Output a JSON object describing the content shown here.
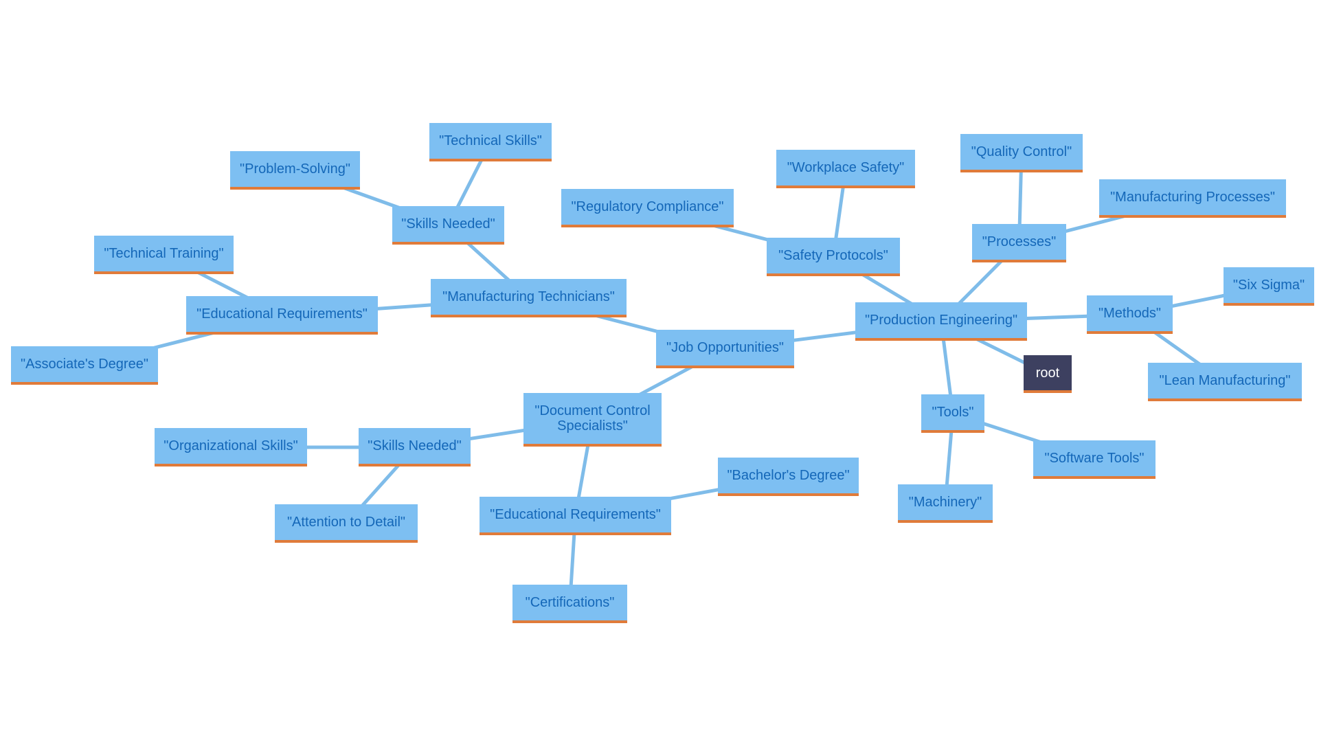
{
  "diagram": {
    "nodes": {
      "root": "root",
      "production_engineering": "\"Production Engineering\"",
      "processes": "\"Processes\"",
      "quality_control": "\"Quality Control\"",
      "manufacturing_processes": "\"Manufacturing Processes\"",
      "methods": "\"Methods\"",
      "six_sigma": "\"Six Sigma\"",
      "lean_manufacturing": "\"Lean Manufacturing\"",
      "tools": "\"Tools\"",
      "software_tools": "\"Software Tools\"",
      "machinery": "\"Machinery\"",
      "safety_protocols": "\"Safety Protocols\"",
      "workplace_safety": "\"Workplace Safety\"",
      "regulatory_compliance": "\"Regulatory Compliance\"",
      "job_opportunities": "\"Job Opportunities\"",
      "manufacturing_technicians": "\"Manufacturing Technicians\"",
      "mt_skills_needed": "\"Skills Needed\"",
      "technical_skills": "\"Technical Skills\"",
      "problem_solving": "\"Problem-Solving\"",
      "mt_educational_requirements": "\"Educational Requirements\"",
      "technical_training": "\"Technical Training\"",
      "associates_degree": "\"Associate's Degree\"",
      "document_control_specialists": "\"Document Control\nSpecialists\"",
      "dcs_skills_needed": "\"Skills Needed\"",
      "organizational_skills": "\"Organizational Skills\"",
      "attention_to_detail": "\"Attention to Detail\"",
      "dcs_educational_requirements": "\"Educational Requirements\"",
      "bachelors_degree": "\"Bachelor's Degree\"",
      "certifications": "\"Certifications\""
    },
    "edges": [
      [
        "production_engineering",
        "root"
      ],
      [
        "production_engineering",
        "processes"
      ],
      [
        "processes",
        "quality_control"
      ],
      [
        "processes",
        "manufacturing_processes"
      ],
      [
        "production_engineering",
        "methods"
      ],
      [
        "methods",
        "six_sigma"
      ],
      [
        "methods",
        "lean_manufacturing"
      ],
      [
        "production_engineering",
        "tools"
      ],
      [
        "tools",
        "software_tools"
      ],
      [
        "tools",
        "machinery"
      ],
      [
        "production_engineering",
        "safety_protocols"
      ],
      [
        "safety_protocols",
        "workplace_safety"
      ],
      [
        "safety_protocols",
        "regulatory_compliance"
      ],
      [
        "production_engineering",
        "job_opportunities"
      ],
      [
        "job_opportunities",
        "manufacturing_technicians"
      ],
      [
        "manufacturing_technicians",
        "mt_skills_needed"
      ],
      [
        "mt_skills_needed",
        "technical_skills"
      ],
      [
        "mt_skills_needed",
        "problem_solving"
      ],
      [
        "manufacturing_technicians",
        "mt_educational_requirements"
      ],
      [
        "mt_educational_requirements",
        "technical_training"
      ],
      [
        "mt_educational_requirements",
        "associates_degree"
      ],
      [
        "job_opportunities",
        "document_control_specialists"
      ],
      [
        "document_control_specialists",
        "dcs_skills_needed"
      ],
      [
        "dcs_skills_needed",
        "organizational_skills"
      ],
      [
        "dcs_skills_needed",
        "attention_to_detail"
      ],
      [
        "document_control_specialists",
        "dcs_educational_requirements"
      ],
      [
        "dcs_educational_requirements",
        "bachelors_degree"
      ],
      [
        "dcs_educational_requirements",
        "certifications"
      ]
    ]
  },
  "colors": {
    "node_fill": "#7dbff2",
    "node_text": "#1467b8",
    "node_underline": "#e07b3a",
    "edge": "#7fbce9",
    "root_fill": "#3d4060",
    "root_text": "#ffffff"
  }
}
